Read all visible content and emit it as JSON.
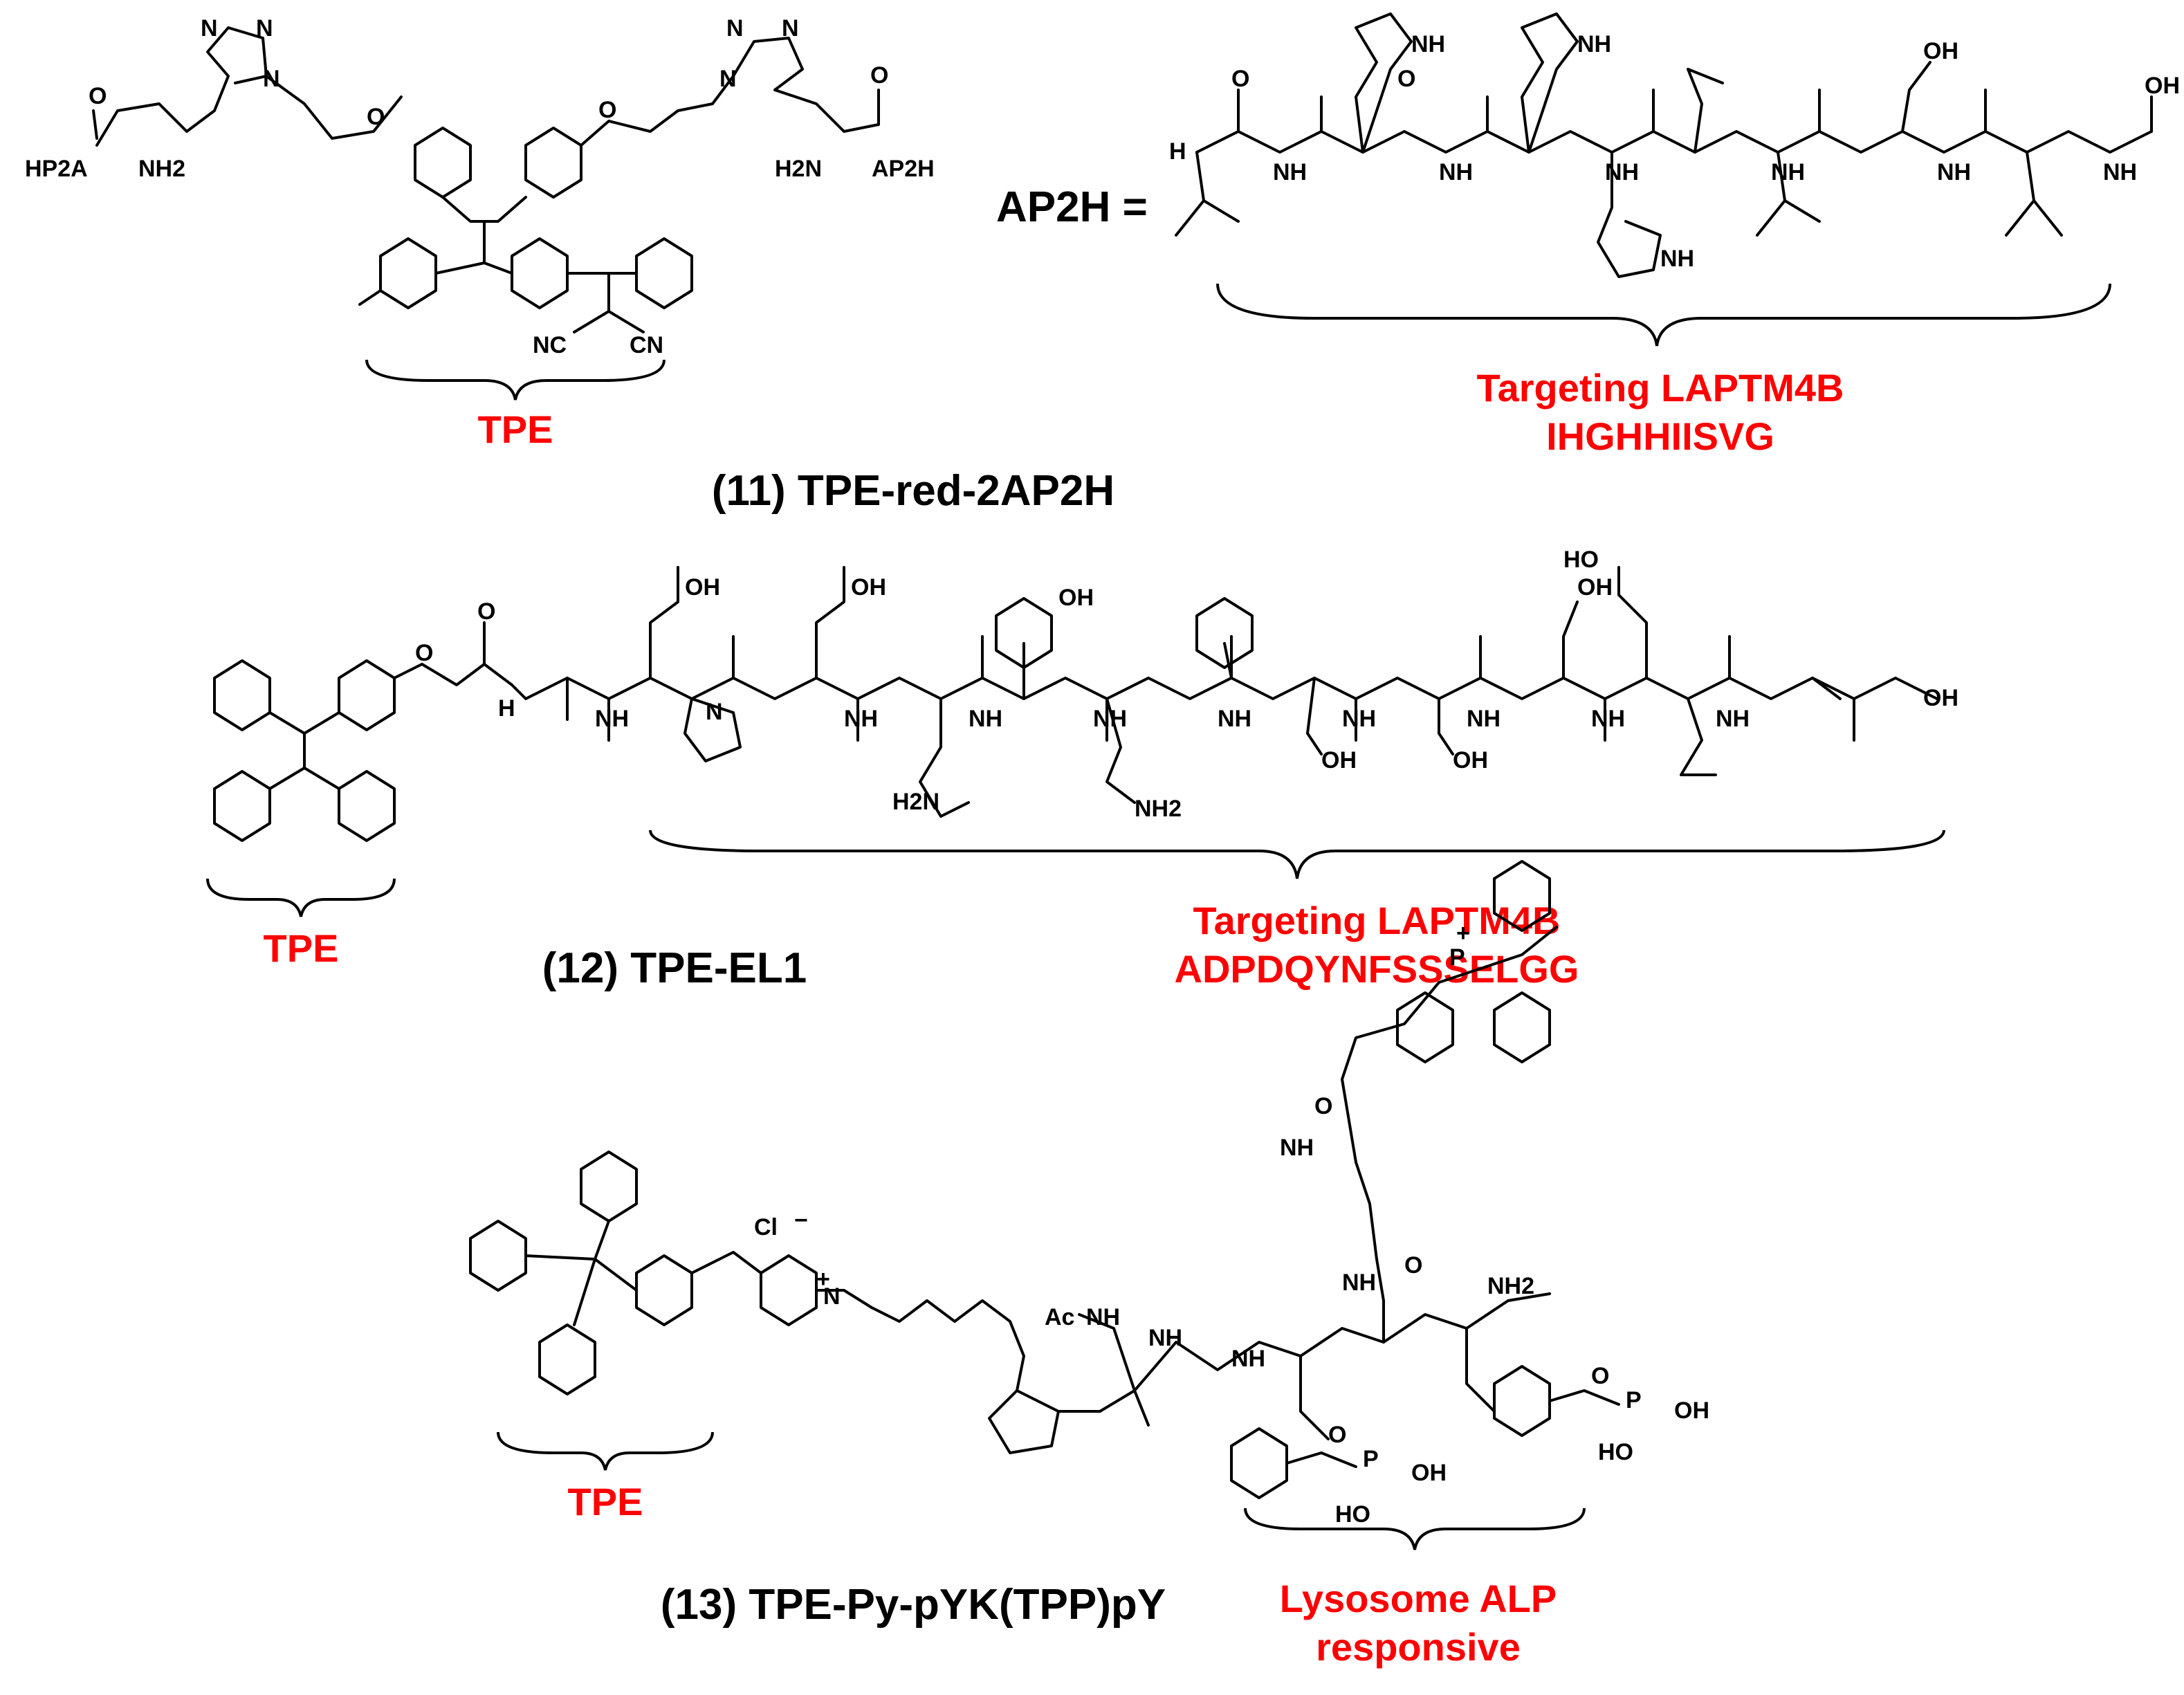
{
  "compounds": [
    {
      "name": "(11) TPE-red-2AP2H",
      "core_label": "TPE",
      "peptide_label": "AP2H =",
      "target_line1": "Targeting LAPTM4B",
      "target_line2": "IHGHHIISVG"
    },
    {
      "name": "(12) TPE-EL1",
      "core_label": "TPE",
      "target_line1": "Targeting LAPTM4B",
      "target_line2": "ADPDQYNFSSSELGG"
    },
    {
      "name": "(13) TPE-Py-pYK(TPP)pY",
      "core_label": "TPE",
      "target_line1": "Lysosome ALP",
      "target_line2": "responsive"
    }
  ],
  "atoms": {
    "hp2a": "HP2A",
    "ap2h": "AP2H",
    "nh2": "NH2",
    "h2n": "H2N",
    "o": "O",
    "n": "N",
    "h": "H",
    "nh": "NH",
    "oh": "OH",
    "ho": "HO",
    "nc": "NC",
    "cn": "CN",
    "cl": "Cl",
    "ac": "Ac",
    "p": "P",
    "plus": "+",
    "minus": "−"
  },
  "colors": {
    "accent": "#ff0000",
    "ink": "#000000"
  }
}
